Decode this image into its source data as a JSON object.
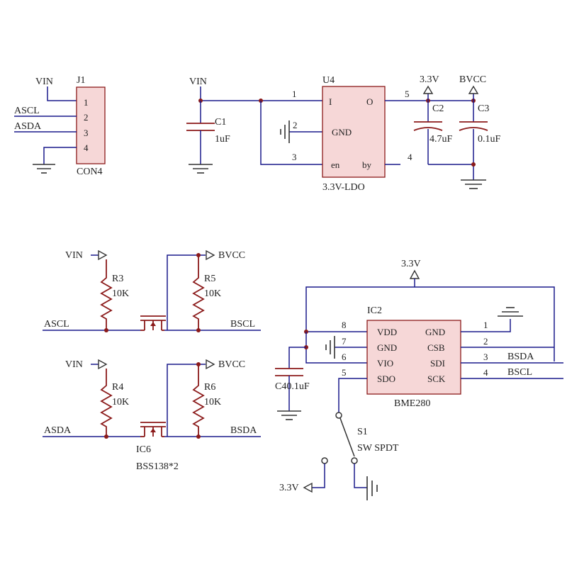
{
  "j1": {
    "ref": "J1",
    "name": "CON4",
    "vin": "VIN",
    "pins": [
      "1",
      "2",
      "3",
      "4"
    ],
    "signals": [
      "ASCL",
      "ASDA"
    ]
  },
  "ldo": {
    "vin": "VIN",
    "c1": {
      "ref": "C1",
      "value": "1uF"
    },
    "u4": {
      "ref": "U4",
      "name": "3.3V-LDO",
      "pin_i": "I",
      "pin_o": "O",
      "pin_gnd": "GND",
      "pin_en": "en",
      "pin_by": "by"
    },
    "pin_numbers": [
      "1",
      "2",
      "3",
      "4",
      "5"
    ],
    "out_33": "3.3V",
    "out_bvcc": "BVCC",
    "c2": {
      "ref": "C2",
      "value": "4.7uF"
    },
    "c3": {
      "ref": "C3",
      "value": "0.1uF"
    }
  },
  "level_shifter": {
    "top": {
      "vin": "VIN",
      "bvcc": "BVCC",
      "r_left": "R3",
      "r_left_val": "10K",
      "r_right": "R5",
      "r_right_val": "10K",
      "left_net": "ASCL",
      "right_net": "BSCL"
    },
    "bottom": {
      "vin": "VIN",
      "bvcc": "BVCC",
      "r_left": "R4",
      "r_left_val": "10K",
      "r_right": "R6",
      "r_right_val": "10K",
      "left_net": "ASDA",
      "right_net": "BSDA"
    },
    "ic_ref": "IC6",
    "ic_name": "BSS138*2"
  },
  "sensor": {
    "supply": "3.3V",
    "ic_ref": "IC2",
    "ic_name": "BME280",
    "left_pins": [
      "VDD",
      "GND",
      "VIO",
      "SDO"
    ],
    "right_pins": [
      "GND",
      "CSB",
      "SDI",
      "SCK"
    ],
    "left_nums": [
      "8",
      "7",
      "6",
      "5"
    ],
    "right_nums": [
      "1",
      "2",
      "3",
      "4"
    ],
    "c4": "C40.1uF",
    "net_bsda": "BSDA",
    "net_bscl": "BSCL"
  },
  "switch": {
    "ref": "S1",
    "name": "SW SPDT",
    "supply": "3.3V"
  }
}
